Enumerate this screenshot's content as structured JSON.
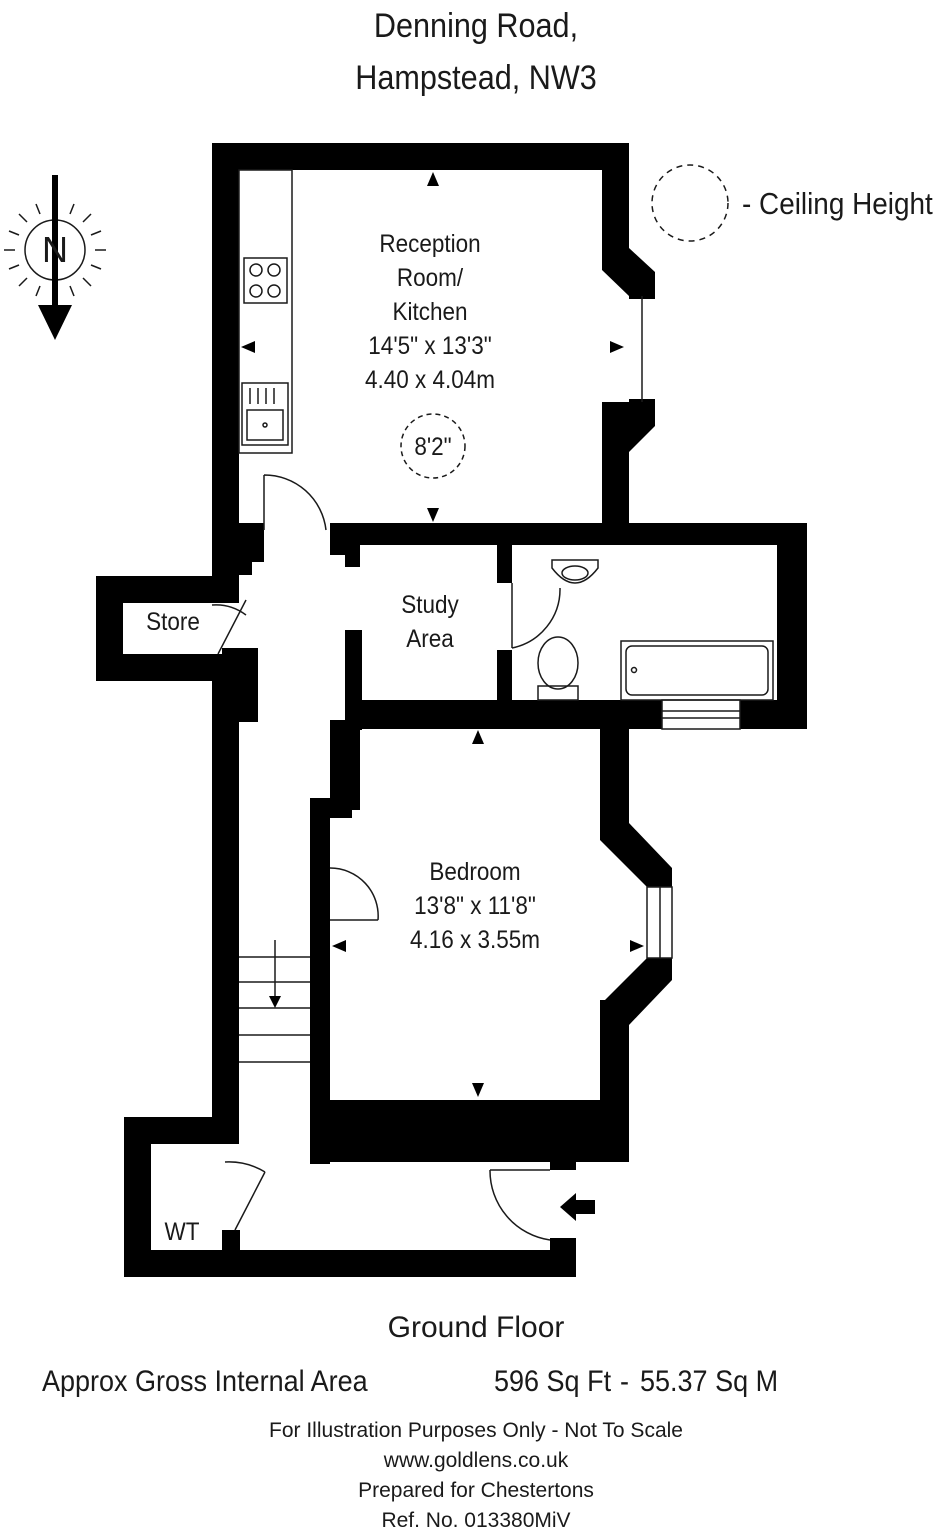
{
  "title": {
    "line1": "Denning Road,",
    "line2": "Hampstead, NW3"
  },
  "compass": {
    "label": "N"
  },
  "legend": {
    "text": "- Ceiling Height"
  },
  "rooms": {
    "reception": {
      "name1": "Reception",
      "name2": "Room/",
      "name3": "Kitchen",
      "imperial": "14'5\" x 13'3\"",
      "metric": "4.40 x 4.04m",
      "ceiling_height": "8'2\""
    },
    "study": {
      "name1": "Study",
      "name2": "Area"
    },
    "store": {
      "name": "Store"
    },
    "bedroom": {
      "name": "Bedroom",
      "imperial": "13'8\" x 11'8\"",
      "metric": "4.16 x 3.55m"
    },
    "wt": {
      "name": "WT"
    }
  },
  "floor_name": "Ground Floor",
  "area": {
    "label": "Approx Gross Internal Area",
    "imperial": "596 Sq Ft",
    "separator": "-",
    "metric": "55.37 Sq M"
  },
  "footer": {
    "disclaimer": "For Illustration Purposes Only - Not To Scale",
    "website": "www.goldlens.co.uk",
    "prepared_for": "Prepared for Chestertons",
    "reference": "Ref. No. 013380MiV"
  },
  "colors": {
    "wall": "#000000",
    "line": "#1a1a1a",
    "background": "#ffffff"
  }
}
